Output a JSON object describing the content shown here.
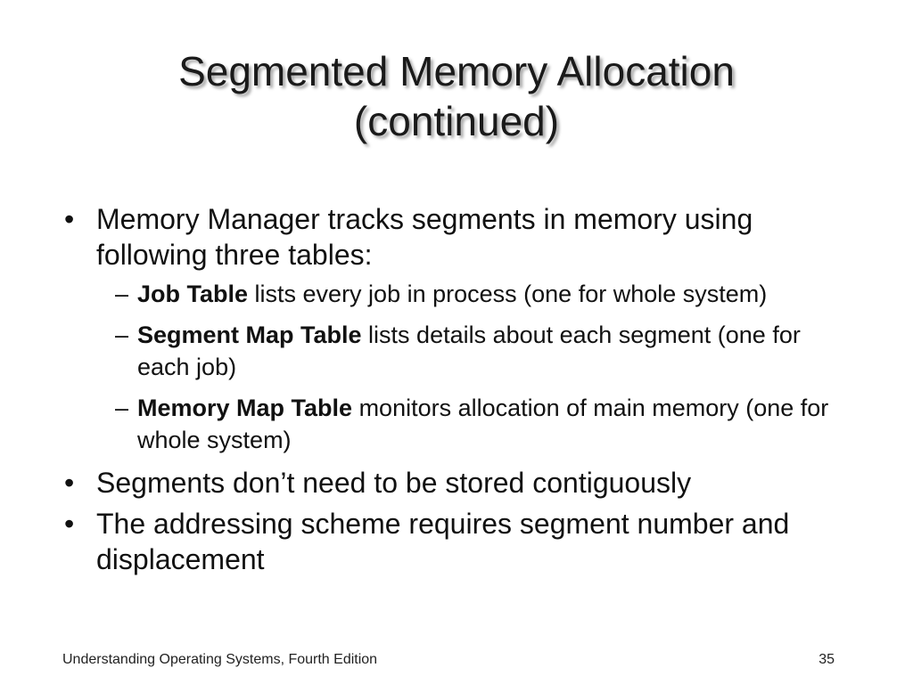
{
  "slide": {
    "title_line1": "Segmented Memory Allocation",
    "title_line2": "(continued)",
    "bullets": [
      {
        "mark": "•",
        "text": "Memory Manager tracks segments in memory using following three tables:",
        "subitems": [
          {
            "mark": "–",
            "bold": "Job Table",
            "text": " lists every job in process (one for whole system)"
          },
          {
            "mark": "–",
            "bold": "Segment Map Table",
            "text": " lists details about each segment (one for each job)"
          },
          {
            "mark": "–",
            "bold": "Memory Map Table",
            "text": " monitors allocation of main memory (one for whole system)"
          }
        ]
      },
      {
        "mark": "•",
        "text": "Segments don’t need to be stored contiguously"
      },
      {
        "mark": "•",
        "text": "The addressing scheme requires segment number and displacement"
      }
    ],
    "footer_left": "Understanding Operating Systems, Fourth Edition",
    "page_number": "35"
  }
}
